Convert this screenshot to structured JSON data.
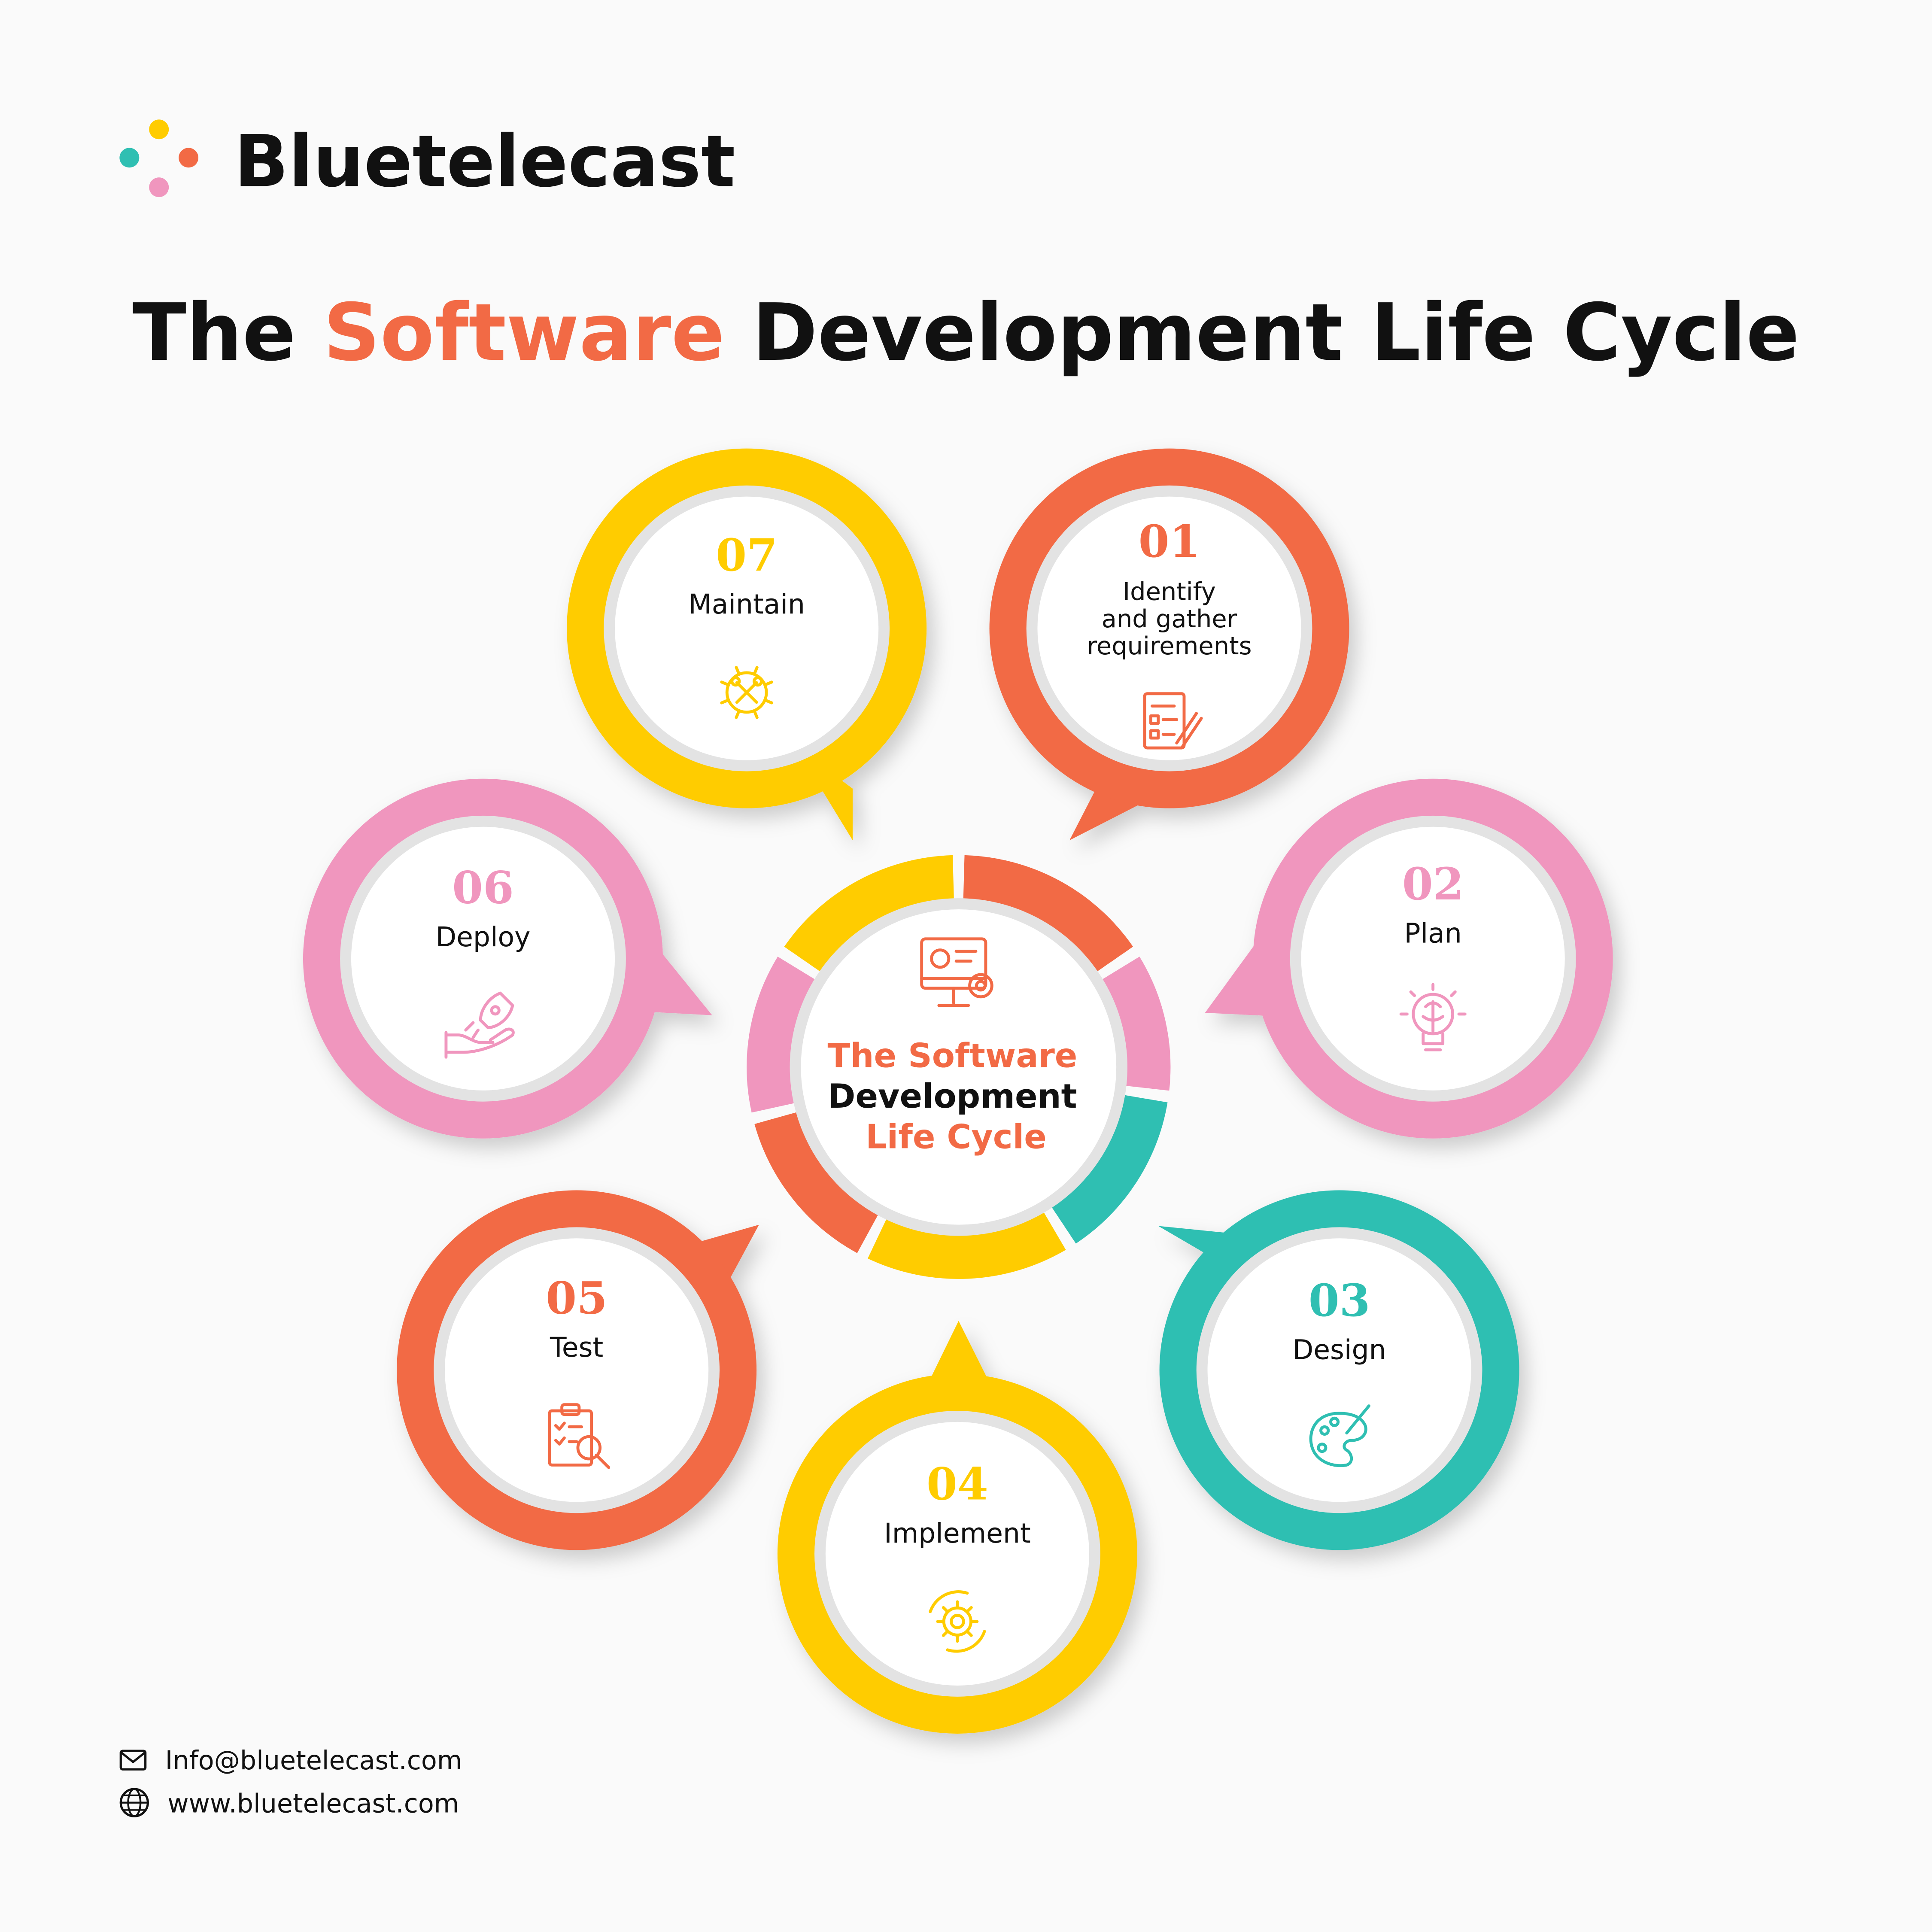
{
  "brand": {
    "name": "Bluetelecast",
    "dot_colors": [
      "#ffcc00",
      "#2fbfb2",
      "#f26a45",
      "#f096be"
    ]
  },
  "title": {
    "part1": "The ",
    "highlight": "Software",
    "part2": " Development Life Cycle",
    "highlight_color": "#f26a45"
  },
  "center": {
    "line1": "The Software",
    "line2": "Development",
    "line3": "Life Cycle",
    "icon": "computer-settings-icon"
  },
  "colors": {
    "orange": "#f26a45",
    "pink": "#f096be",
    "teal": "#2fbfb2",
    "yellow": "#ffcc00"
  },
  "steps": [
    {
      "num": "01",
      "lines": [
        "Identify",
        "and gather",
        "requirements"
      ],
      "color": "#f26a45",
      "icon": "requirements-document-icon"
    },
    {
      "num": "02",
      "lines": [
        "Plan"
      ],
      "color": "#f096be",
      "icon": "brain-lightbulb-icon"
    },
    {
      "num": "03",
      "lines": [
        "Design"
      ],
      "color": "#2fbfb2",
      "icon": "paint-palette-icon"
    },
    {
      "num": "04",
      "lines": [
        "Implement"
      ],
      "color": "#ffcc00",
      "icon": "gear-cycle-icon"
    },
    {
      "num": "05",
      "lines": [
        "Test"
      ],
      "color": "#f26a45",
      "icon": "clipboard-search-icon"
    },
    {
      "num": "06",
      "lines": [
        "Deploy"
      ],
      "color": "#f096be",
      "icon": "rocket-hand-icon"
    },
    {
      "num": "07",
      "lines": [
        "Maintain"
      ],
      "color": "#ffcc00",
      "icon": "tools-gear-icon"
    }
  ],
  "contact": {
    "email": "Info@bluetelecast.com",
    "website": "www.bluetelecast.com"
  }
}
